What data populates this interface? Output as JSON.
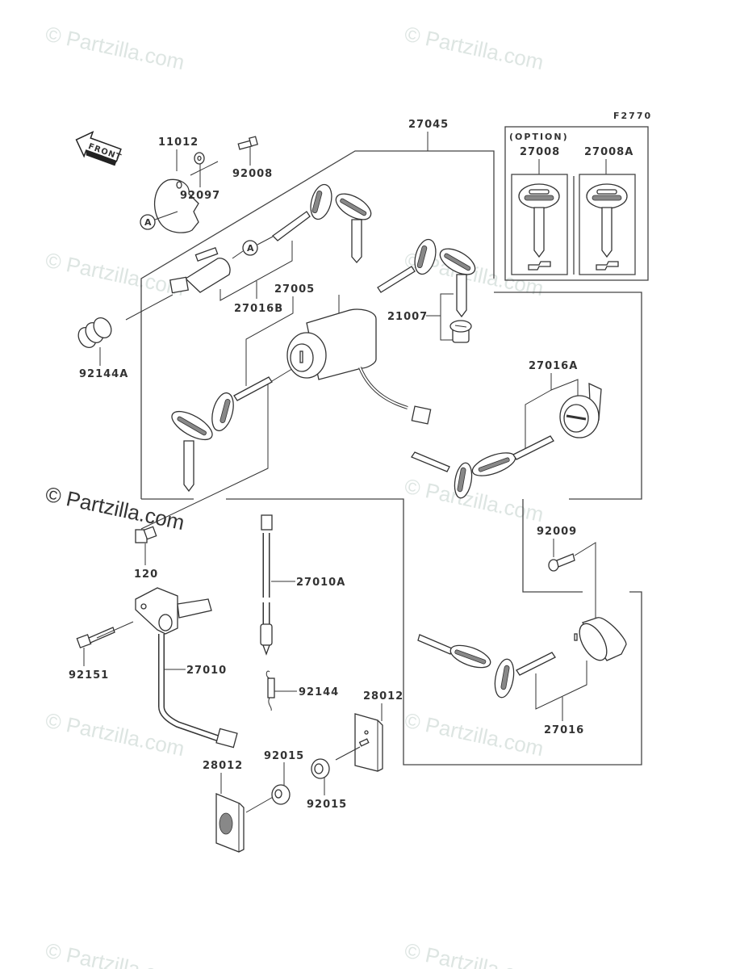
{
  "diagram": {
    "figure_code": "F2770",
    "direction_indicator": "FRONT",
    "option_box": {
      "heading": "(OPTION)",
      "parts": [
        "27008",
        "27008A"
      ]
    },
    "reference_marker": "A",
    "parts": {
      "p11012": "11012",
      "p92008": "92008",
      "p92097": "92097",
      "p27045": "27045",
      "p27016B": "27016B",
      "p27005": "27005",
      "p92144A": "92144A",
      "p21007": "21007",
      "p27016A": "27016A",
      "p120": "120",
      "p27010A": "27010A",
      "p92009": "92009",
      "p92151": "92151",
      "p27010": "27010",
      "p92144": "92144",
      "p28012_right": "28012",
      "p28012_left": "28012",
      "p92015_left": "92015",
      "p92015_right": "92015",
      "p27016": "27016"
    },
    "watermark": "© Partzilla.com"
  }
}
